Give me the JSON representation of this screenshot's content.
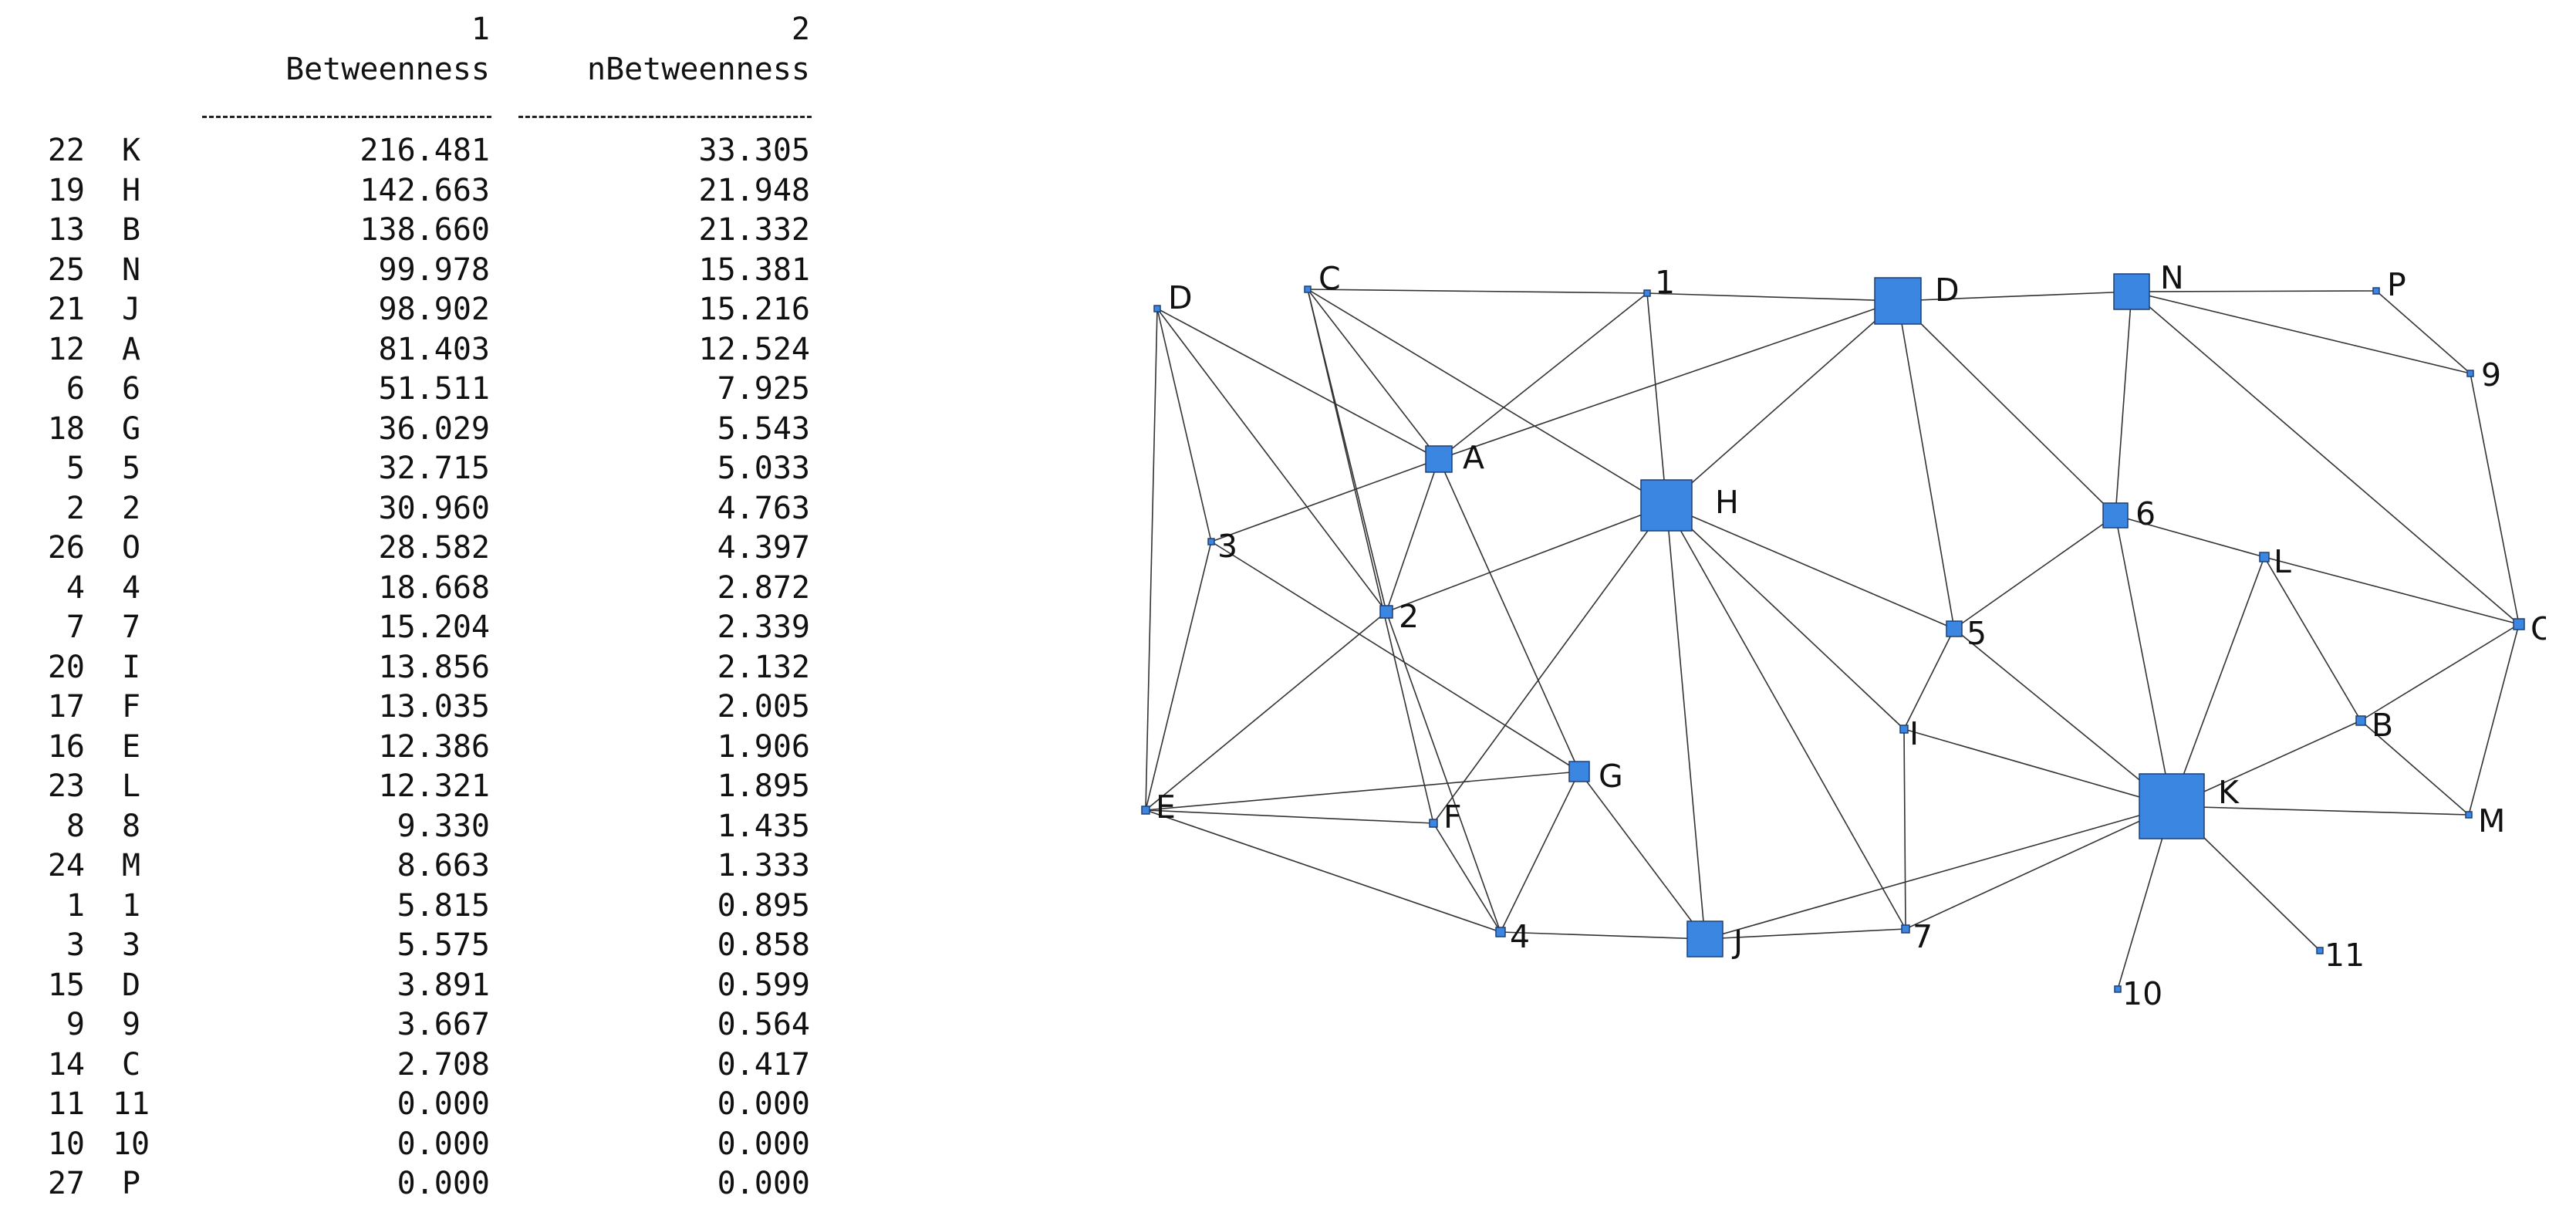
{
  "table": {
    "col1_number": "1",
    "col2_number": "2",
    "col1_header": "Betweenness",
    "col2_header": "nBetweenness",
    "rows": [
      {
        "index": "22",
        "label": "K",
        "betweenness": "216.481",
        "nbetweenness": "33.305"
      },
      {
        "index": "19",
        "label": "H",
        "betweenness": "142.663",
        "nbetweenness": "21.948"
      },
      {
        "index": "13",
        "label": "B",
        "betweenness": "138.660",
        "nbetweenness": "21.332"
      },
      {
        "index": "25",
        "label": "N",
        "betweenness": "99.978",
        "nbetweenness": "15.381"
      },
      {
        "index": "21",
        "label": "J",
        "betweenness": "98.902",
        "nbetweenness": "15.216"
      },
      {
        "index": "12",
        "label": "A",
        "betweenness": "81.403",
        "nbetweenness": "12.524"
      },
      {
        "index": "6",
        "label": "6",
        "betweenness": "51.511",
        "nbetweenness": "7.925"
      },
      {
        "index": "18",
        "label": "G",
        "betweenness": "36.029",
        "nbetweenness": "5.543"
      },
      {
        "index": "5",
        "label": "5",
        "betweenness": "32.715",
        "nbetweenness": "5.033"
      },
      {
        "index": "2",
        "label": "2",
        "betweenness": "30.960",
        "nbetweenness": "4.763"
      },
      {
        "index": "26",
        "label": "O",
        "betweenness": "28.582",
        "nbetweenness": "4.397"
      },
      {
        "index": "4",
        "label": "4",
        "betweenness": "18.668",
        "nbetweenness": "2.872"
      },
      {
        "index": "7",
        "label": "7",
        "betweenness": "15.204",
        "nbetweenness": "2.339"
      },
      {
        "index": "20",
        "label": "I",
        "betweenness": "13.856",
        "nbetweenness": "2.132"
      },
      {
        "index": "17",
        "label": "F",
        "betweenness": "13.035",
        "nbetweenness": "2.005"
      },
      {
        "index": "16",
        "label": "E",
        "betweenness": "12.386",
        "nbetweenness": "1.906"
      },
      {
        "index": "23",
        "label": "L",
        "betweenness": "12.321",
        "nbetweenness": "1.895"
      },
      {
        "index": "8",
        "label": "8",
        "betweenness": "9.330",
        "nbetweenness": "1.435"
      },
      {
        "index": "24",
        "label": "M",
        "betweenness": "8.663",
        "nbetweenness": "1.333"
      },
      {
        "index": "1",
        "label": "1",
        "betweenness": "5.815",
        "nbetweenness": "0.895"
      },
      {
        "index": "3",
        "label": "3",
        "betweenness": "5.575",
        "nbetweenness": "0.858"
      },
      {
        "index": "15",
        "label": "D",
        "betweenness": "3.891",
        "nbetweenness": "0.599"
      },
      {
        "index": "9",
        "label": "9",
        "betweenness": "3.667",
        "nbetweenness": "0.564"
      },
      {
        "index": "14",
        "label": "C",
        "betweenness": "2.708",
        "nbetweenness": "0.417"
      },
      {
        "index": "11",
        "label": "11",
        "betweenness": "0.000",
        "nbetweenness": "0.000"
      },
      {
        "index": "10",
        "label": "10",
        "betweenness": "0.000",
        "nbetweenness": "0.000"
      },
      {
        "index": "27",
        "label": "P",
        "betweenness": "0.000",
        "nbetweenness": "0.000"
      }
    ]
  },
  "network": {
    "node_color": "#3a86e0",
    "edge_color": "#333333",
    "nodes": [
      {
        "id": "D_left",
        "label": "D"
      },
      {
        "id": "C",
        "label": "C"
      },
      {
        "id": "1",
        "label": "1"
      },
      {
        "id": "D_top",
        "label": "D"
      },
      {
        "id": "N",
        "label": "N"
      },
      {
        "id": "P",
        "label": "P"
      },
      {
        "id": "9",
        "label": "9"
      },
      {
        "id": "A",
        "label": "A"
      },
      {
        "id": "H",
        "label": "H"
      },
      {
        "id": "6",
        "label": "6"
      },
      {
        "id": "3",
        "label": "3"
      },
      {
        "id": "2",
        "label": "2"
      },
      {
        "id": "L",
        "label": "L"
      },
      {
        "id": "5",
        "label": "5"
      },
      {
        "id": "O",
        "label": "O"
      },
      {
        "id": "I",
        "label": "I"
      },
      {
        "id": "B",
        "label": "B"
      },
      {
        "id": "G",
        "label": "G"
      },
      {
        "id": "K",
        "label": "K"
      },
      {
        "id": "E",
        "label": "E"
      },
      {
        "id": "F",
        "label": "F"
      },
      {
        "id": "M",
        "label": "M"
      },
      {
        "id": "4",
        "label": "4"
      },
      {
        "id": "J",
        "label": "J"
      },
      {
        "id": "7",
        "label": "7"
      },
      {
        "id": "11",
        "label": "11"
      },
      {
        "id": "10",
        "label": "10"
      }
    ],
    "edges": [
      [
        "D_left",
        "3"
      ],
      [
        "D_left",
        "A"
      ],
      [
        "D_left",
        "2"
      ],
      [
        "D_left",
        "E"
      ],
      [
        "C",
        "1"
      ],
      [
        "C",
        "A"
      ],
      [
        "C",
        "H"
      ],
      [
        "C",
        "2"
      ],
      [
        "C",
        "F"
      ],
      [
        "1",
        "D_top"
      ],
      [
        "1",
        "A"
      ],
      [
        "1",
        "H"
      ],
      [
        "D_top",
        "N"
      ],
      [
        "D_top",
        "A"
      ],
      [
        "D_top",
        "H"
      ],
      [
        "D_top",
        "5"
      ],
      [
        "D_top",
        "6"
      ],
      [
        "N",
        "P"
      ],
      [
        "N",
        "9"
      ],
      [
        "N",
        "6"
      ],
      [
        "N",
        "O"
      ],
      [
        "P",
        "9"
      ],
      [
        "9",
        "O"
      ],
      [
        "A",
        "3"
      ],
      [
        "A",
        "2"
      ],
      [
        "A",
        "G"
      ],
      [
        "H",
        "2"
      ],
      [
        "H",
        "5"
      ],
      [
        "H",
        "F"
      ],
      [
        "H",
        "J"
      ],
      [
        "H",
        "7"
      ],
      [
        "H",
        "I"
      ],
      [
        "3",
        "E"
      ],
      [
        "3",
        "G"
      ],
      [
        "2",
        "E"
      ],
      [
        "2",
        "4"
      ],
      [
        "6",
        "5"
      ],
      [
        "6",
        "L"
      ],
      [
        "6",
        "K"
      ],
      [
        "5",
        "I"
      ],
      [
        "5",
        "K"
      ],
      [
        "L",
        "O"
      ],
      [
        "L",
        "B"
      ],
      [
        "L",
        "K"
      ],
      [
        "O",
        "B"
      ],
      [
        "O",
        "M"
      ],
      [
        "B",
        "K"
      ],
      [
        "B",
        "M"
      ],
      [
        "I",
        "K"
      ],
      [
        "I",
        "7"
      ],
      [
        "K",
        "M"
      ],
      [
        "K",
        "J"
      ],
      [
        "K",
        "7"
      ],
      [
        "K",
        "10"
      ],
      [
        "K",
        "11"
      ],
      [
        "E",
        "G"
      ],
      [
        "E",
        "F"
      ],
      [
        "E",
        "4"
      ],
      [
        "G",
        "4"
      ],
      [
        "G",
        "J"
      ],
      [
        "F",
        "4"
      ],
      [
        "4",
        "J"
      ],
      [
        "J",
        "7"
      ]
    ]
  }
}
